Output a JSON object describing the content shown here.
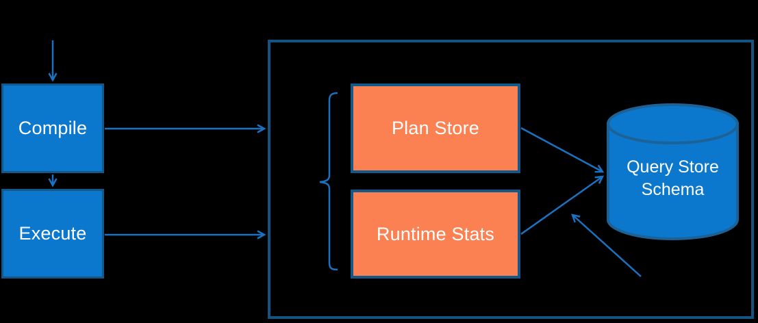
{
  "diagram": {
    "nodes": {
      "compile": {
        "label": "Compile"
      },
      "execute": {
        "label": "Execute"
      },
      "plan_store": {
        "label": "Plan Store"
      },
      "runtime_stats": {
        "label": "Runtime Stats"
      },
      "query_store_schema": {
        "label": "Query Store Schema"
      }
    },
    "arrows": [
      {
        "name": "arrow-into-compile",
        "from": "top",
        "to": "compile"
      },
      {
        "name": "arrow-compile-to-execute",
        "from": "compile",
        "to": "execute"
      },
      {
        "name": "arrow-compile-to-container",
        "from": "compile",
        "to": "container"
      },
      {
        "name": "arrow-execute-to-container",
        "from": "execute",
        "to": "container"
      },
      {
        "name": "arrow-plan-store-to-schema",
        "from": "plan_store",
        "to": "query_store_schema"
      },
      {
        "name": "arrow-runtime-stats-to-schema",
        "from": "runtime_stats",
        "to": "query_store_schema"
      },
      {
        "name": "arrow-bottom-right-to-schema",
        "from": "bottom-right",
        "to": "query_store_schema"
      }
    ],
    "colors": {
      "background": "#000000",
      "blue_fill": "#0b77cd",
      "blue_border": "#14588a",
      "orange_fill": "#fc8152",
      "container_border": "#135480",
      "cylinder_border": "#1d6296",
      "arrow": "#1a73c2",
      "text": "#ffffff"
    }
  }
}
